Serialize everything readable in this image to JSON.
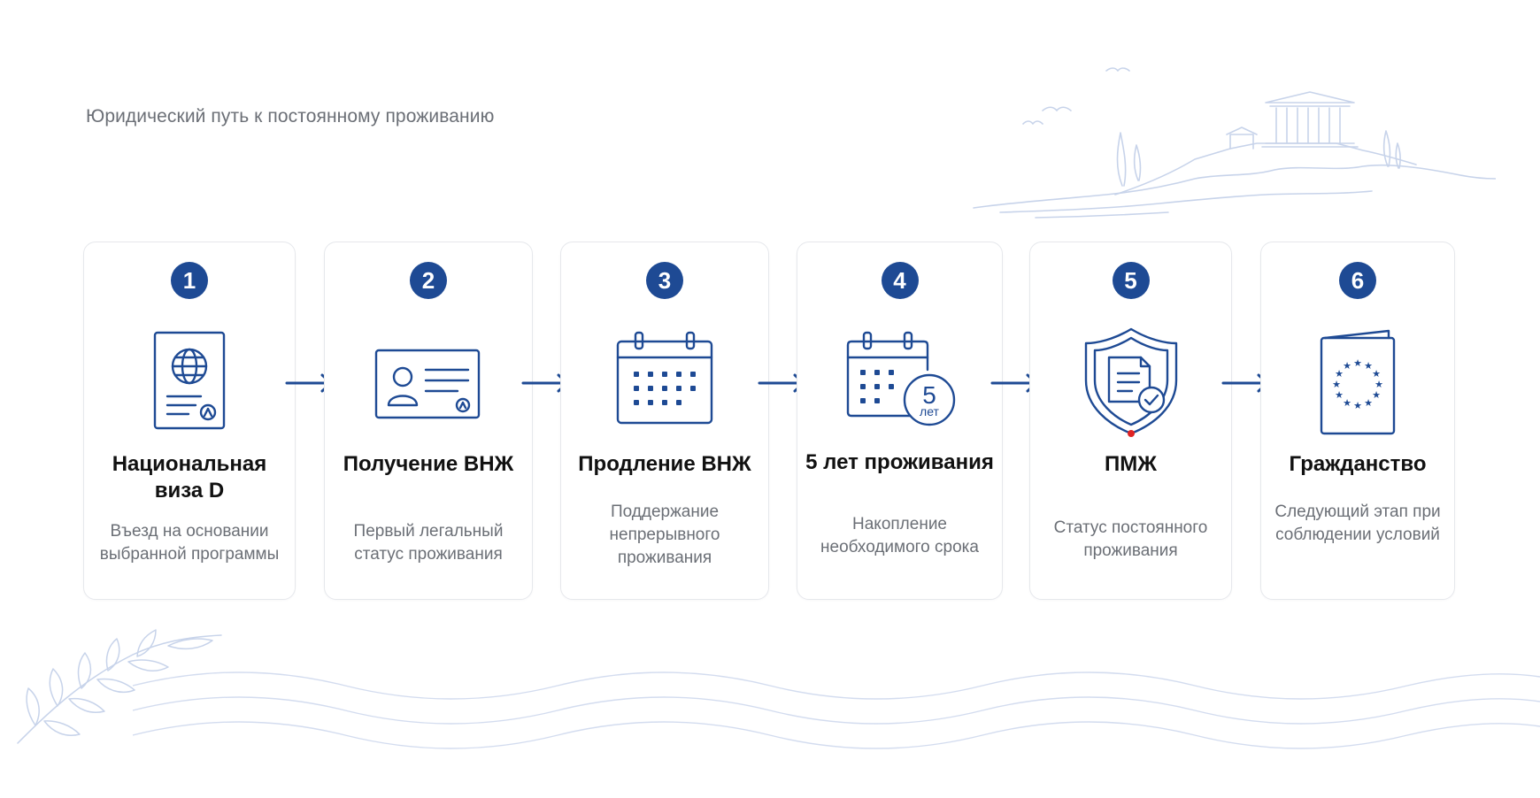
{
  "header": {
    "title": "Юридический путь к постоянному проживанию"
  },
  "colors": {
    "accent": "#1e4a94",
    "card_border": "#e6e8ec",
    "muted_text": "#6b6f76",
    "status_dot": "#e02424",
    "decor": "#c7d3ea"
  },
  "steps": [
    {
      "number": "1",
      "title": "Национальная виза D",
      "description": "Въезд на основании выбранной программы",
      "icon": "passport-icon"
    },
    {
      "number": "2",
      "title": "Получение ВНЖ",
      "description": "Первый легальный статус проживания",
      "icon": "id-card-icon"
    },
    {
      "number": "3",
      "title": "Продление ВНЖ",
      "description": "Поддержание непрерывного проживания",
      "icon": "calendar-icon"
    },
    {
      "number": "4",
      "title": "5 лет проживания",
      "description": "Накопление необходимого срока",
      "icon": "calendar-5-years-icon",
      "badge_number": "5",
      "badge_unit": "лет"
    },
    {
      "number": "5",
      "title": "ПМЖ",
      "description": "Статус постоянного проживания",
      "icon": "shield-document-icon"
    },
    {
      "number": "6",
      "title": "Гражданство",
      "description": "Следующий этап при соблюдении условий",
      "icon": "eu-passport-icon"
    }
  ]
}
